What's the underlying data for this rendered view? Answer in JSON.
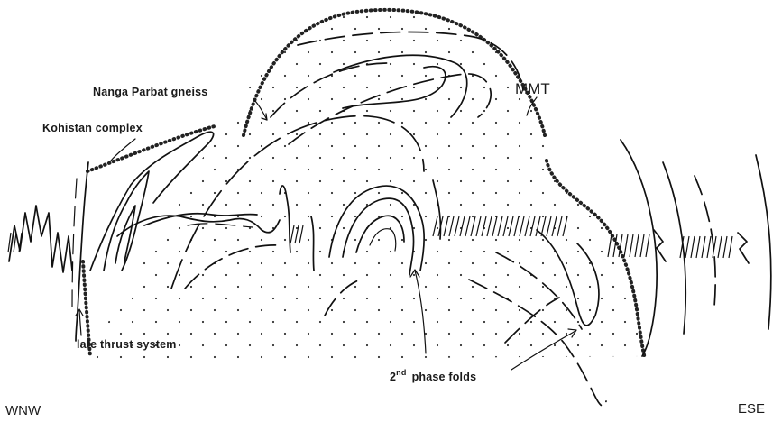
{
  "labels": {
    "nanga_parbat_gneiss": "Nanga Parbat gneiss",
    "kohistan_complex": "Kohistan complex",
    "mmt": "MMT",
    "late_thrust_system": "late thrust system",
    "second_phase_folds_base": "2",
    "second_phase_folds_sup": "nd",
    "second_phase_folds_rest": "phase folds",
    "wnw": "WNW",
    "ese": "ESE"
  },
  "colors": {
    "ink": "#111111",
    "stipple": "#222222",
    "background": "#ffffff"
  }
}
